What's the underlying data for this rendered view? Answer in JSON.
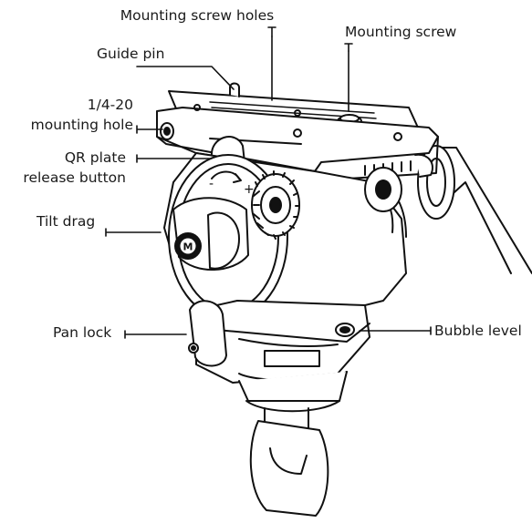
{
  "callouts": {
    "mounting_screw_holes": "Mounting screw holes",
    "mounting_screw": "Mounting screw",
    "guide_pin": "Guide pin",
    "mounting_hole_line1": "1/4-20",
    "mounting_hole_line2": "mounting hole",
    "qr_button_line1": "QR plate",
    "qr_button_line2": "release button",
    "tilt_drag": "Tilt drag",
    "bubble_level": "Bubble level",
    "pan_lock": "Pan lock"
  },
  "dial": {
    "minus": "-",
    "plus": "+"
  },
  "logo": {
    "letter": "M"
  }
}
